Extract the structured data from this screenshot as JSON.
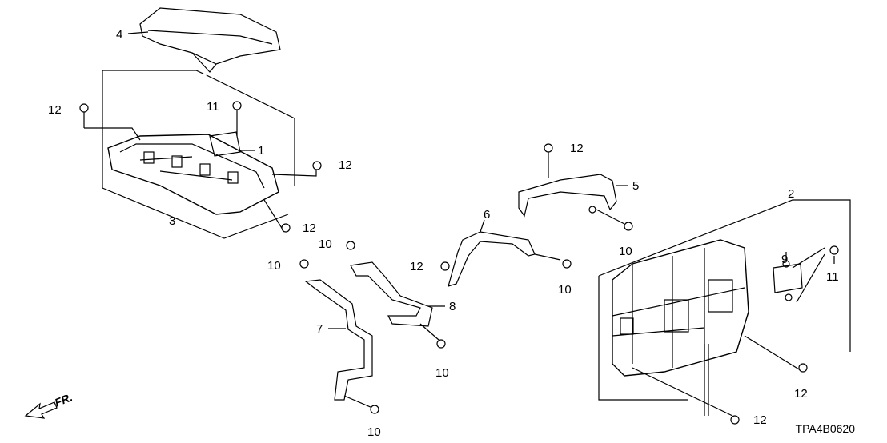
{
  "diagram_code": "TPA4B0620",
  "front_indicator": "FR.",
  "callouts": [
    "4",
    "12",
    "11",
    "1",
    "12",
    "3",
    "12",
    "10",
    "10",
    "12",
    "6",
    "12",
    "5",
    "10",
    "10",
    "8",
    "7",
    "10",
    "10",
    "2",
    "9",
    "11",
    "12",
    "12"
  ],
  "line_color": "#000000"
}
